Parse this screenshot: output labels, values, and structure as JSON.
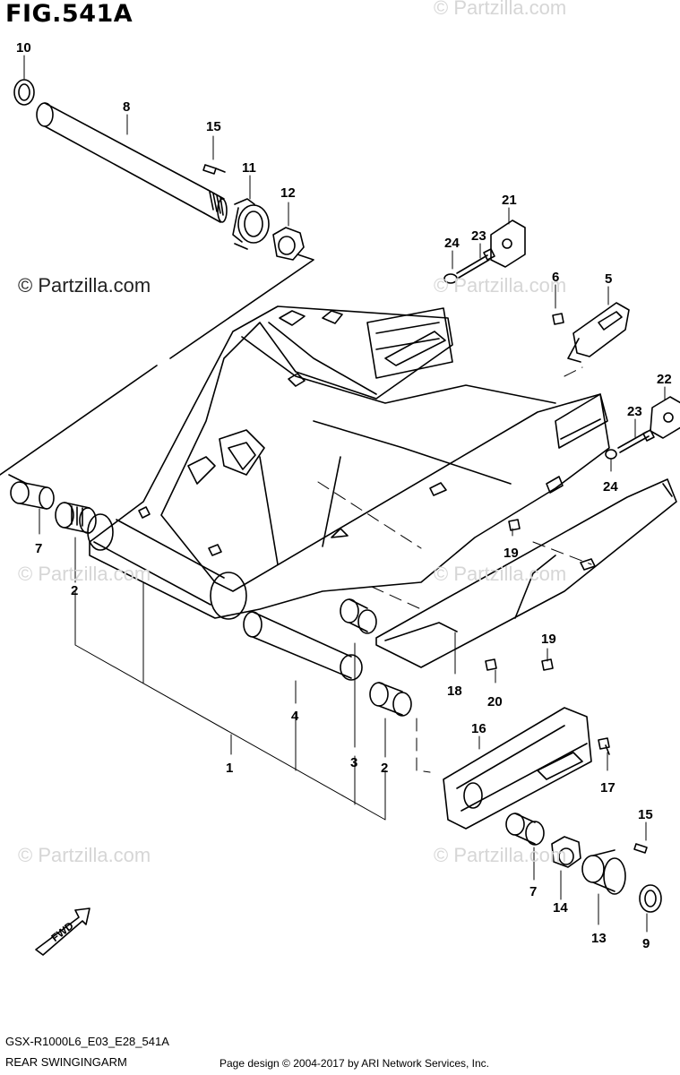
{
  "figure": {
    "title": "FIG.541A",
    "code": "GSX-R1000L6_E03_E28_541A",
    "name": "REAR SWINGINGARM",
    "page_credit": "Page design © 2004-2017 by ARI Network Services, Inc."
  },
  "watermarks": {
    "main": "© Partzilla.com",
    "faint": "© Partzilla.com"
  },
  "fwd_label": "FWD",
  "callouts": [
    {
      "id": "c10",
      "text": "10"
    },
    {
      "id": "c8",
      "text": "8"
    },
    {
      "id": "c15a",
      "text": "15"
    },
    {
      "id": "c11",
      "text": "11"
    },
    {
      "id": "c12",
      "text": "12"
    },
    {
      "id": "c21",
      "text": "21"
    },
    {
      "id": "c24a",
      "text": "24"
    },
    {
      "id": "c23a",
      "text": "23"
    },
    {
      "id": "c6",
      "text": "6"
    },
    {
      "id": "c5",
      "text": "5"
    },
    {
      "id": "c22",
      "text": "22"
    },
    {
      "id": "c23b",
      "text": "23"
    },
    {
      "id": "c24b",
      "text": "24"
    },
    {
      "id": "c7a",
      "text": "7"
    },
    {
      "id": "c2a",
      "text": "2"
    },
    {
      "id": "c19a",
      "text": "19"
    },
    {
      "id": "c19b",
      "text": "19"
    },
    {
      "id": "c18",
      "text": "18"
    },
    {
      "id": "c20",
      "text": "20"
    },
    {
      "id": "c4",
      "text": "4"
    },
    {
      "id": "c3",
      "text": "3"
    },
    {
      "id": "c2b",
      "text": "2"
    },
    {
      "id": "c1",
      "text": "1"
    },
    {
      "id": "c16",
      "text": "16"
    },
    {
      "id": "c17",
      "text": "17"
    },
    {
      "id": "c15b",
      "text": "15"
    },
    {
      "id": "c7b",
      "text": "7"
    },
    {
      "id": "c14",
      "text": "14"
    },
    {
      "id": "c13",
      "text": "13"
    },
    {
      "id": "c9",
      "text": "9"
    }
  ]
}
